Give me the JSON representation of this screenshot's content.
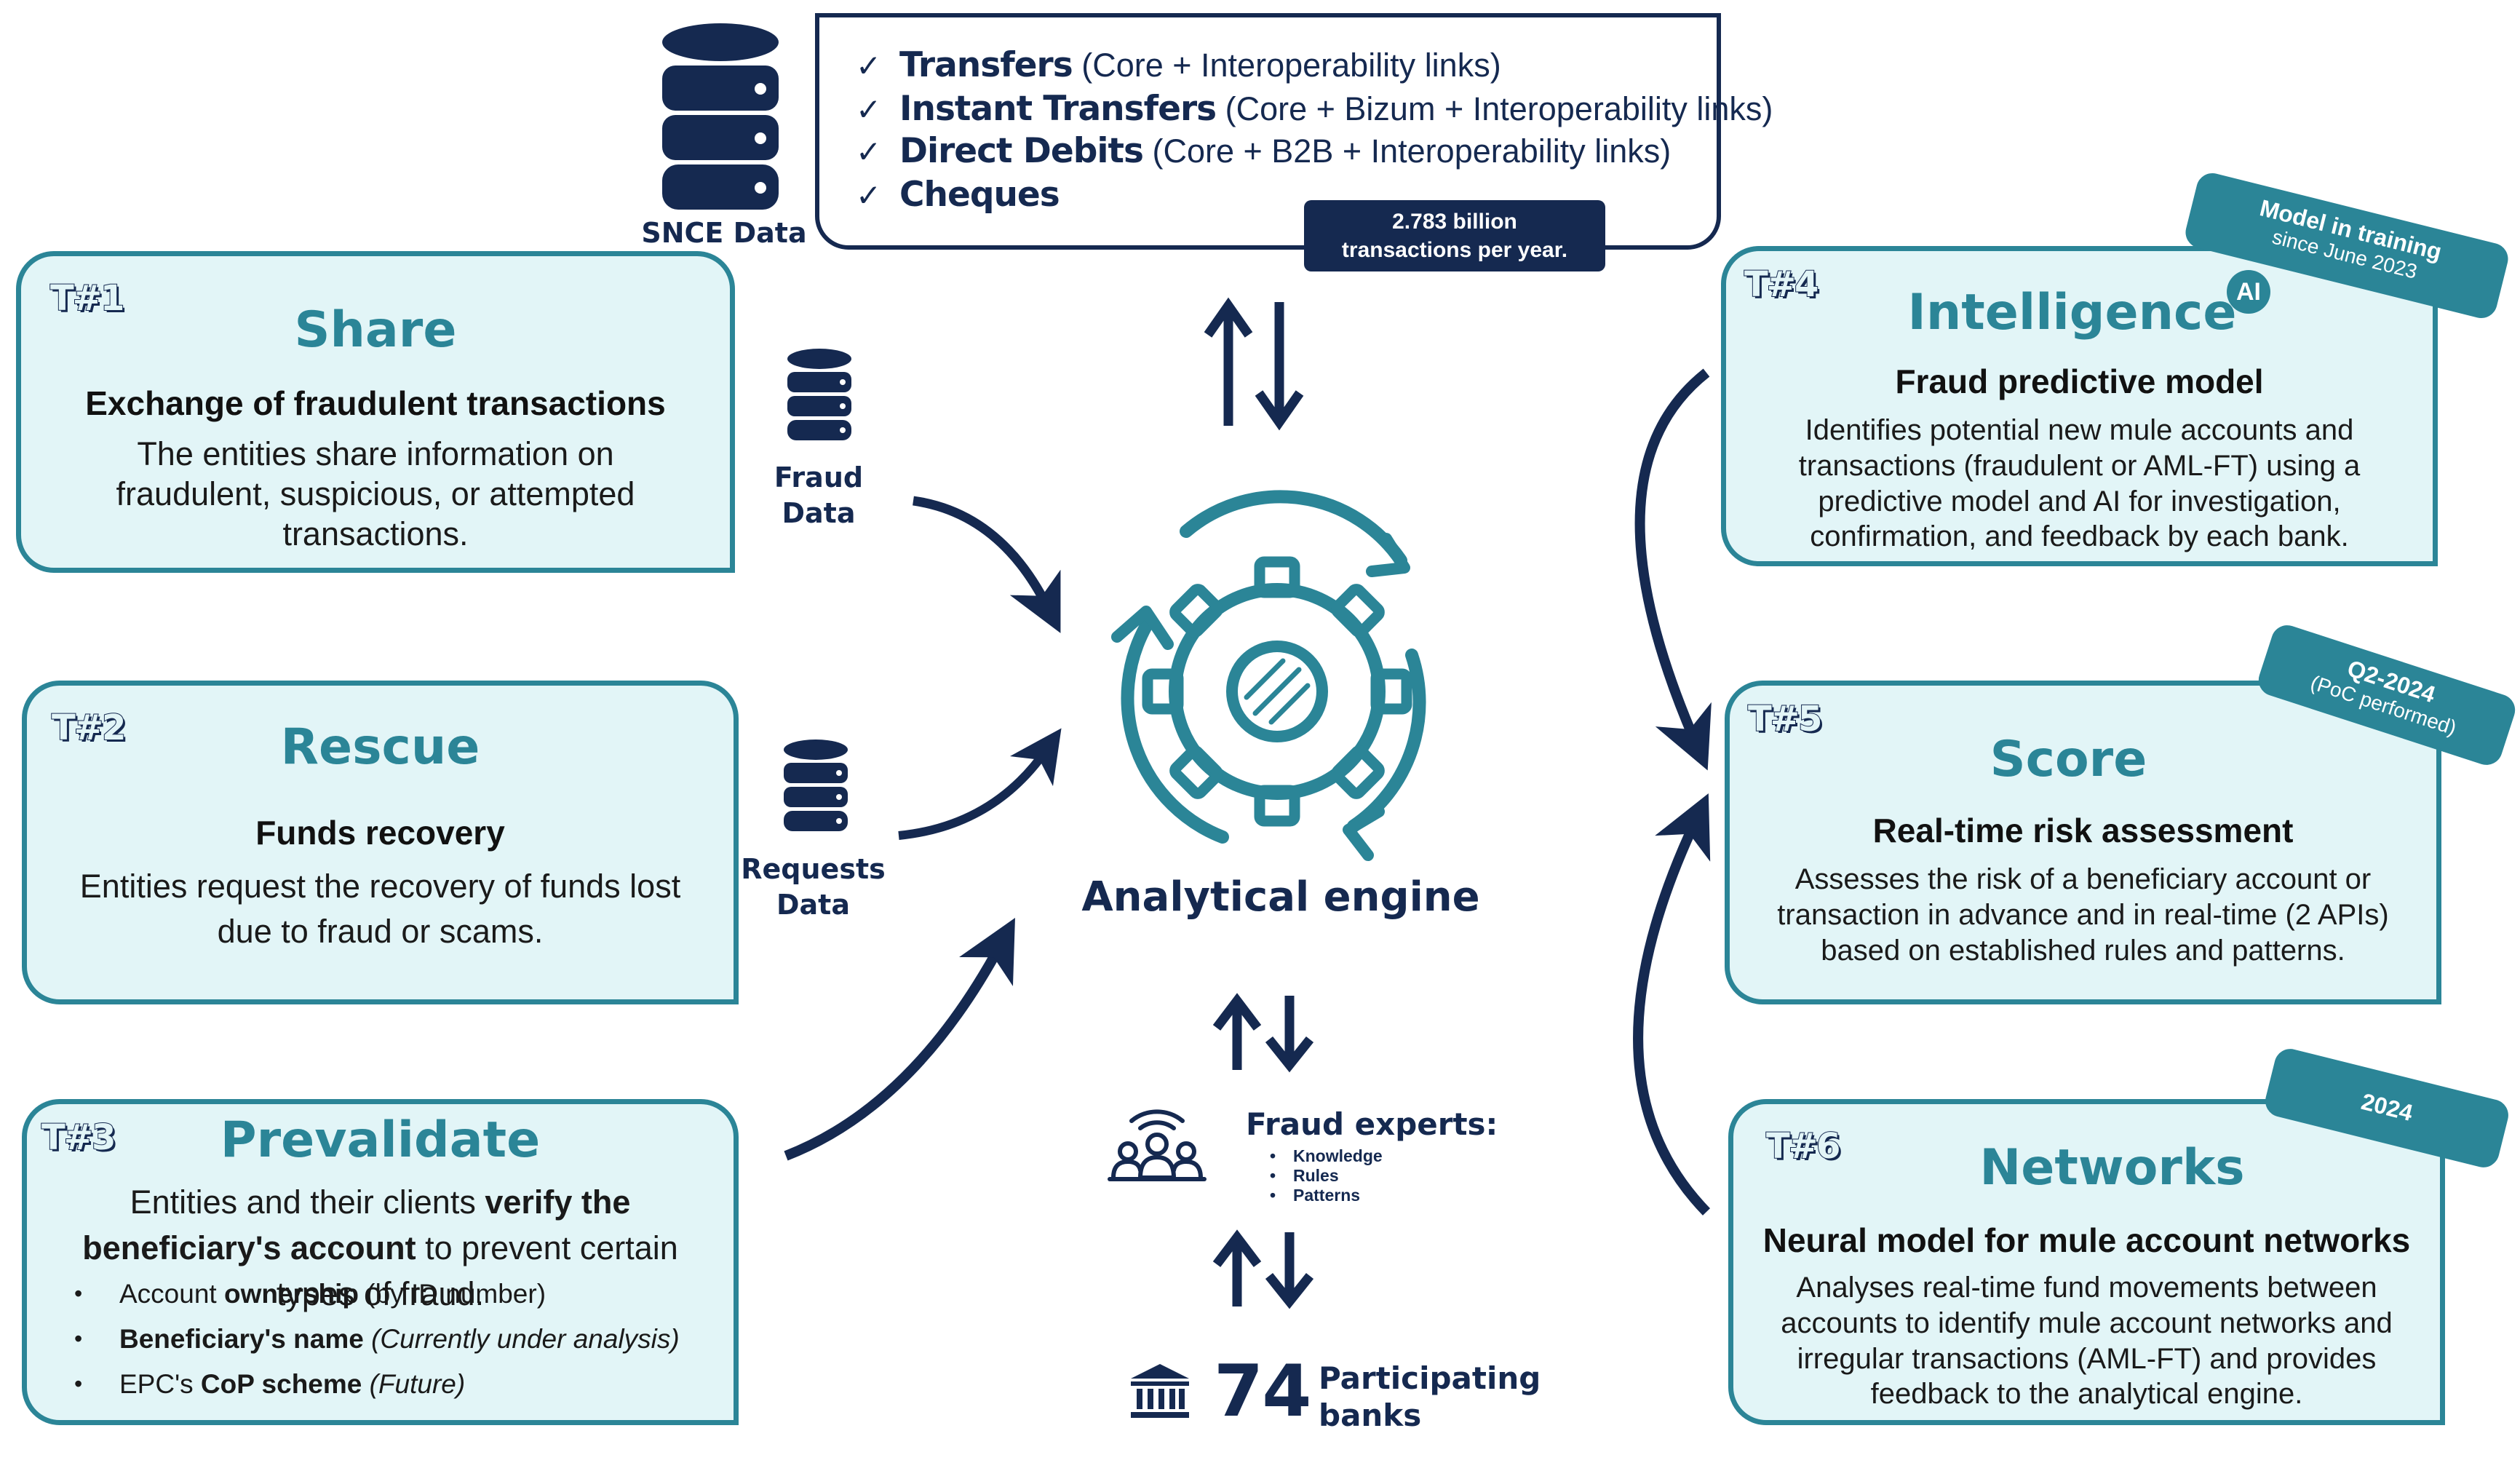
{
  "top": {
    "db_label": "SNCE Data",
    "rows": [
      {
        "bold": "Transfers",
        "rest": " (Core + Interoperability links)"
      },
      {
        "bold": "Instant Transfers",
        "rest": "  (Core + Bizum + Interoperability links)"
      },
      {
        "bold": "Direct Debits",
        "rest": " (Core + B2B + Interoperability links)"
      },
      {
        "bold": "Cheques",
        "rest": ""
      }
    ],
    "stat_line1": "2.783 billion",
    "stat_line2": "transactions per year."
  },
  "panels": {
    "share": {
      "tag": "T#1",
      "title": "Share",
      "subtitle": "Exchange of fraudulent transactions",
      "desc": "The entities share information on fraudulent, suspicious, or attempted transactions."
    },
    "rescue": {
      "tag": "T#2",
      "title": "Rescue",
      "subtitle": "Funds recovery",
      "desc": "Entities request the recovery of funds lost due to fraud or scams."
    },
    "prevalidate": {
      "tag": "T#3",
      "title": "Prevalidate",
      "desc_a": "Entities and their clients ",
      "desc_b": "verify the beneficiary's account",
      "desc_c": " to prevent certain types of fraud.",
      "bullets": [
        {
          "a": "Account ",
          "b": "ownership",
          "c": " (by ID number)",
          "i": ""
        },
        {
          "a": "",
          "b": "Beneficiary's name",
          "c": " ",
          "i": "(Currently under analysis)"
        },
        {
          "a": "EPC's ",
          "b": "CoP scheme",
          "c": " ",
          "i": "(Future)"
        }
      ]
    },
    "intelligence": {
      "tag": "T#4",
      "title": "Intelligence",
      "ai": "AI",
      "subtitle": "Fraud predictive model",
      "desc": "Identifies potential new mule accounts and transactions (fraudulent or AML-FT) using a predictive model and AI for investigation, confirmation, and feedback by each bank.",
      "ribbon1": "Model in training",
      "ribbon2": "since June 2023"
    },
    "score": {
      "tag": "T#5",
      "title": "Score",
      "subtitle": "Real-time risk assessment",
      "desc": "Assesses the risk of a beneficiary account or transaction in advance and in real-time (2 APIs) based on established rules and patterns.",
      "ribbon1": "Q2-2024",
      "ribbon2": "(PoC performed)"
    },
    "networks": {
      "tag": "T#6",
      "title": "Networks",
      "subtitle": "Neural model for mule account networks",
      "desc": "Analyses real-time fund movements between accounts to identify mule account networks and irregular transactions (AML-FT) and provides feedback to the analytical engine.",
      "ribbon1": "2024"
    }
  },
  "center": {
    "fraud_data_1": "Fraud",
    "fraud_data_2": "Data",
    "requests_data_1": "Requests",
    "requests_data_2": "Data",
    "engine_label": "Analytical engine",
    "experts_title": "Fraud experts:",
    "experts_items": [
      "Knowledge",
      "Rules",
      "Patterns"
    ],
    "banks_count": "74",
    "banks_label_1": "Participating",
    "banks_label_2": "banks"
  },
  "colors": {
    "navy": "#152950",
    "teal": "#2b8597",
    "panel_fill": "#e2f5f7"
  },
  "icons": [
    "database-icon",
    "gear-icon",
    "cycle-arrows-icon",
    "experts-icon",
    "bank-icon",
    "check-icon"
  ]
}
